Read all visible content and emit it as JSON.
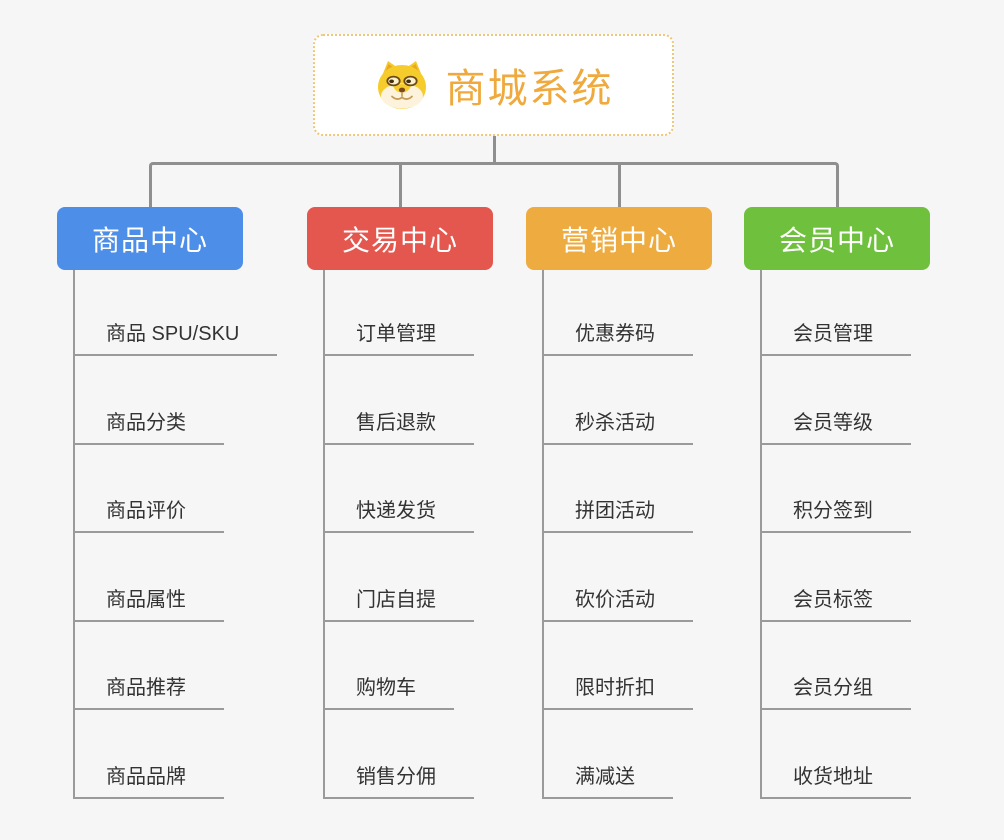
{
  "canvas": {
    "background": "#F6F6F6",
    "connector_color": "#8F8F8F",
    "branch_line_color": "#9A9A9A",
    "leaf_text_color": "#333333"
  },
  "root": {
    "label": "商城系统",
    "icon": "dog-face-icon",
    "text_color": "#EFA93C",
    "border_color": "#F0C678",
    "background": "#FFFFFF"
  },
  "branches": [
    {
      "label": "商品中心",
      "color": "#4D8EE8",
      "children": [
        "商品 SPU/SKU",
        "商品分类",
        "商品评价",
        "商品属性",
        "商品推荐",
        "商品品牌"
      ]
    },
    {
      "label": "交易中心",
      "color": "#E4574F",
      "children": [
        "订单管理",
        "售后退款",
        "快递发货",
        "门店自提",
        "购物车",
        "销售分佣"
      ]
    },
    {
      "label": "营销中心",
      "color": "#EEAC40",
      "children": [
        "优惠券码",
        "秒杀活动",
        "拼团活动",
        "砍价活动",
        "限时折扣",
        "满减送"
      ]
    },
    {
      "label": "会员中心",
      "color": "#6FC13D",
      "children": [
        "会员管理",
        "会员等级",
        "积分签到",
        "会员标签",
        "会员分组",
        "收货地址"
      ]
    }
  ]
}
